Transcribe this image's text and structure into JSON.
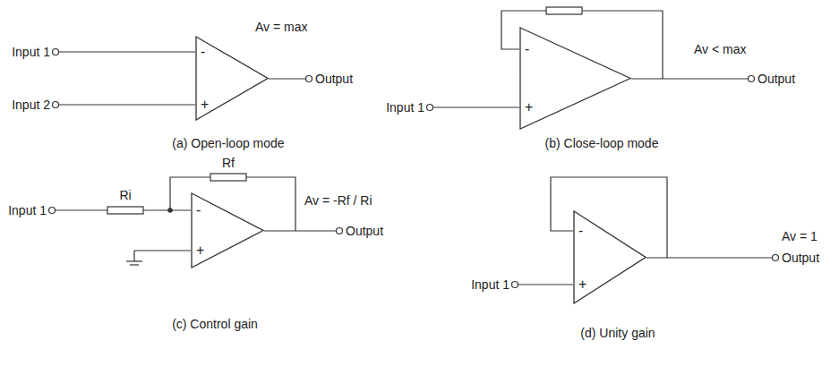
{
  "diagram": {
    "nodes": [
      {
        "text": [
          "-",
          "+"
        ]
      },
      {
        "text": [
          "-",
          "+"
        ]
      },
      {
        "text": [
          "-",
          "+"
        ]
      },
      {
        "text": [
          "-",
          "+"
        ]
      }
    ],
    "labels": [
      "Input 1",
      "Input 2",
      "Av = max",
      "Output",
      "(a) Open-loop mode",
      "Av < max",
      "Input 1",
      "Output",
      "(b) Close-loop mode",
      "Rf",
      "Ri",
      "Input 1",
      "Av = -Rf / Ri",
      "Output",
      "(c) Control gain",
      "Av = 1",
      "Input 1",
      "Output",
      "(d) Unity gain"
    ]
  }
}
